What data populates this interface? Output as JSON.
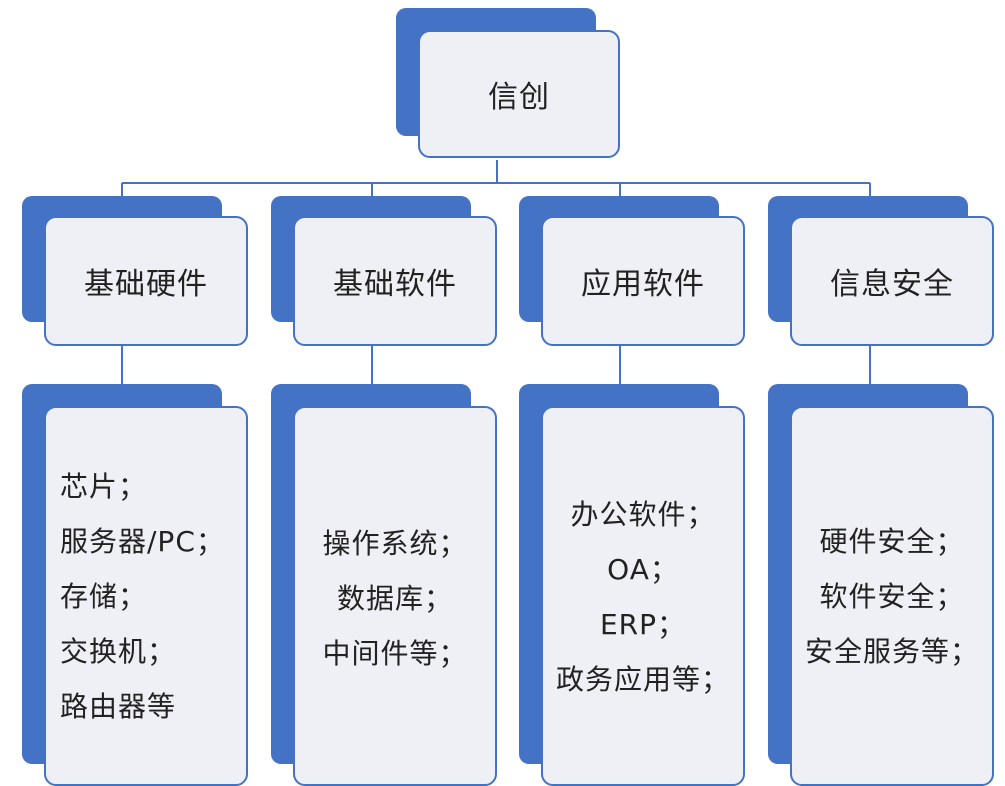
{
  "colors": {
    "accent": "#4472c4",
    "box_fill": "#eef0f5",
    "line": "#4472c4"
  },
  "root": {
    "label": "信创"
  },
  "categories": [
    {
      "label": "基础硬件",
      "items": [
        "芯片；",
        "服务器/PC；",
        "存储；",
        "交换机；",
        "路由器等"
      ]
    },
    {
      "label": "基础软件",
      "items": [
        "操作系统；",
        "数据库；",
        "中间件等；"
      ]
    },
    {
      "label": "应用软件",
      "items": [
        "办公软件；",
        "OA；",
        "ERP；",
        "政务应用等；"
      ]
    },
    {
      "label": "信息安全",
      "items": [
        "硬件安全；",
        "软件安全；",
        "安全服务等；"
      ]
    }
  ]
}
